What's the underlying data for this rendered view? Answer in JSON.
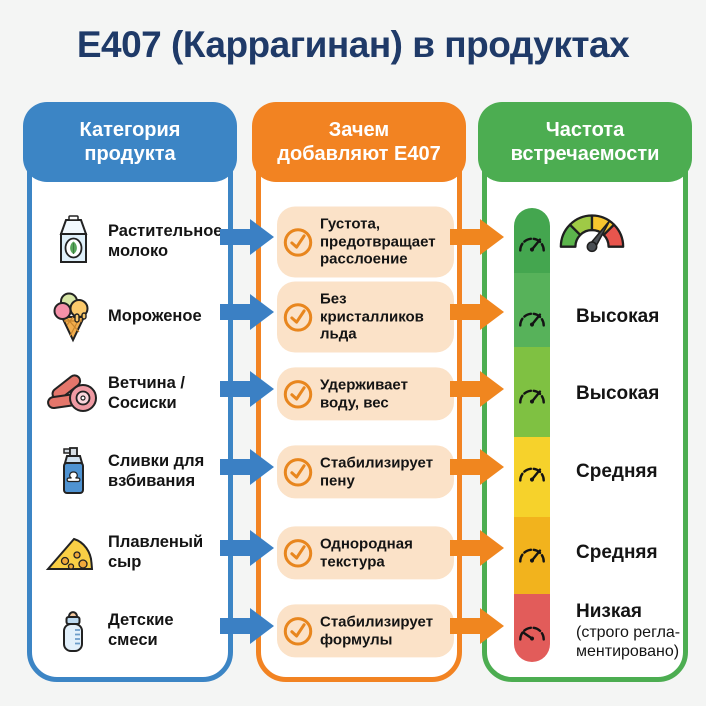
{
  "title": "E407 (Каррагинан) в продуктах",
  "colors": {
    "background": "#f4f5f4",
    "title": "#1f3a68",
    "category_accent": "#3c85c5",
    "reasons_accent": "#f28322",
    "frequency_accent": "#4cad51",
    "pill_bg": "#fbe2c8",
    "check": "#e8861e",
    "arrow_blue": "#3b80c4",
    "arrow_orange": "#f0861f",
    "scale_segments": [
      "#44a64f",
      "#57b25a",
      "#7fc142",
      "#f6d22b",
      "#f2b31d",
      "#e25c5a"
    ],
    "speedometer_segments": [
      "#5cb54c",
      "#9fca46",
      "#f6c62e",
      "#e8554d"
    ],
    "speedometer_needle": "#4a4f54"
  },
  "columns": {
    "categories": {
      "header": "Категория\nпродукта",
      "rows": [
        {
          "icon": "milk-carton-icon",
          "label": "Растительное\nмолоко"
        },
        {
          "icon": "ice-cream-icon",
          "label": "Мороженое"
        },
        {
          "icon": "sausages-icon",
          "label": "Ветчина /\nСосиски"
        },
        {
          "icon": "whipped-cream-can-icon",
          "label": "Сливки для\nвзбивания"
        },
        {
          "icon": "cheese-icon",
          "label": "Плавленый\nсыр"
        },
        {
          "icon": "baby-bottle-icon",
          "label": "Детские\nсмеси"
        }
      ]
    },
    "reasons": {
      "header": "Зачем\nдобавляют E407",
      "rows": [
        {
          "icon": "check-circle-icon",
          "label": "Густота,\nпредотвращает\nрасслоение"
        },
        {
          "icon": "check-circle-icon",
          "label": "Без\nкристалликов\nльда"
        },
        {
          "icon": "check-circle-icon",
          "label": "Удерживает\nводу, вес"
        },
        {
          "icon": "check-circle-icon",
          "label": "Стабилизирует\nпену"
        },
        {
          "icon": "check-circle-icon",
          "label": "Однородная\nтекстура"
        },
        {
          "icon": "check-circle-icon",
          "label": "Стабилизирует\nформулы"
        }
      ]
    },
    "frequency": {
      "header": "Частота\nвстречаемости",
      "rows": [
        {
          "icon": "speedometer-icon",
          "label": ""
        },
        {
          "icon": "gauge-icon",
          "label": "Высокая"
        },
        {
          "icon": "gauge-icon",
          "label": "Высокая"
        },
        {
          "icon": "gauge-icon",
          "label": "Средняя"
        },
        {
          "icon": "gauge-icon",
          "label": "Средняя"
        },
        {
          "icon": "gauge-icon",
          "label": "Низкая",
          "note": "(строго регла-\nментировано)"
        }
      ]
    }
  }
}
